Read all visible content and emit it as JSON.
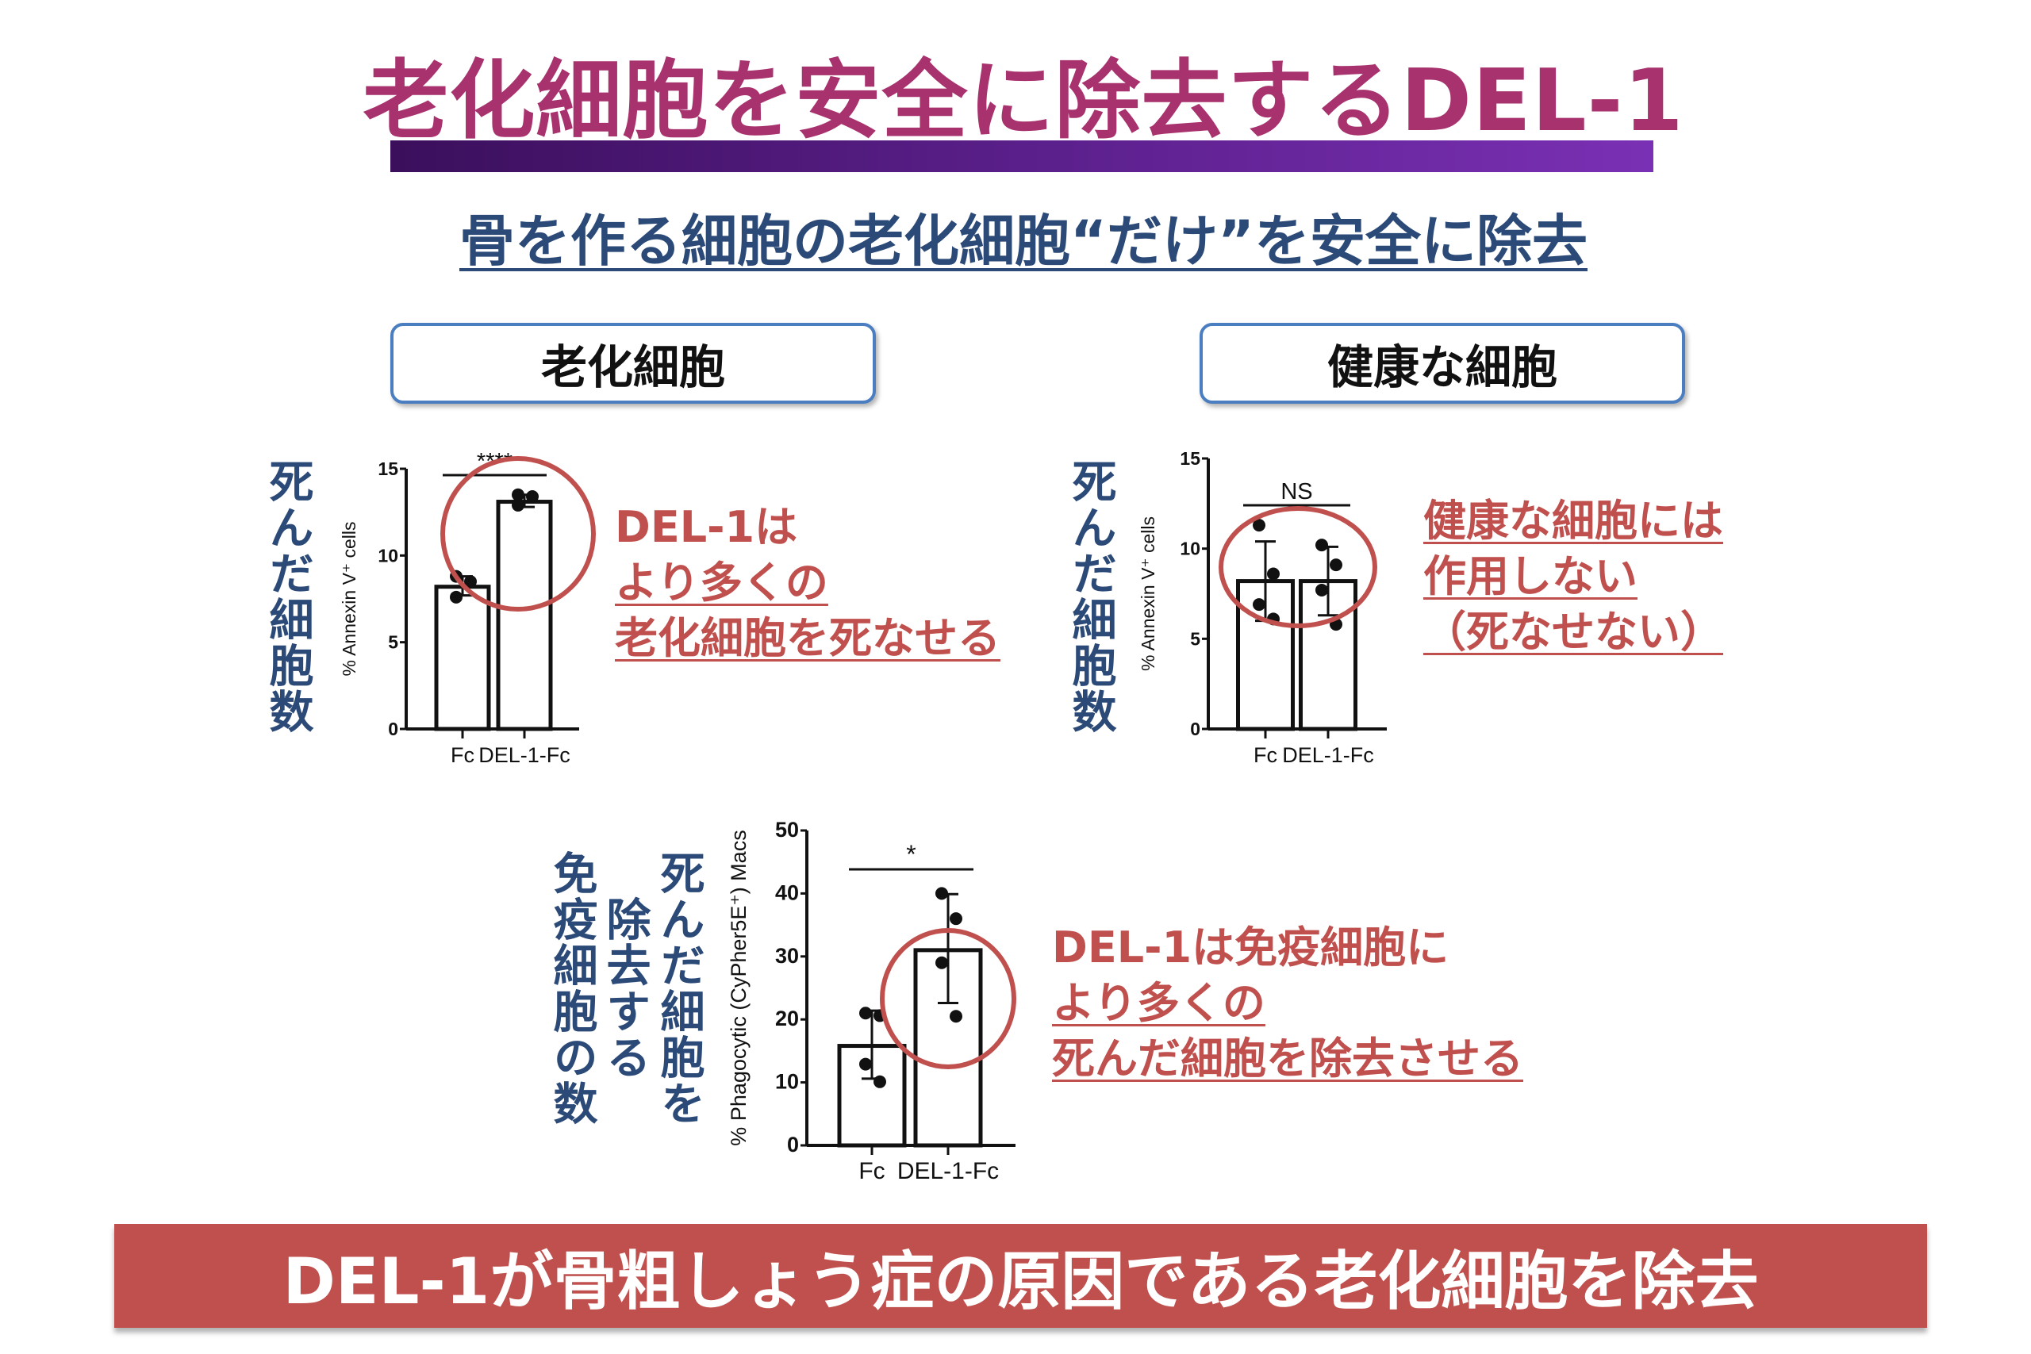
{
  "title": "老化細胞を安全に除去するDEL-1",
  "subtitle": "骨を作る細胞の老化細胞“だけ”を安全に除去",
  "panels": {
    "senescent_label": "老化細胞",
    "healthy_label": "健康な細胞"
  },
  "axis_side_labels": {
    "dead_cells_1": "死んだ細胞数",
    "dead_cells_2": "死んだ細胞数",
    "immune_col1": "免疫細胞の数",
    "immune_col2": "除去する",
    "immune_col3": "死んだ細胞を"
  },
  "notes": {
    "senescent": [
      "DEL-1は",
      "より多くの",
      "老化細胞を死なせる"
    ],
    "healthy": [
      "健康な細胞には",
      "作用しない",
      "（死なせない）"
    ],
    "immune": [
      "DEL-1は免疫細胞に",
      "より多くの",
      "死んだ細胞を除去させる"
    ]
  },
  "banner": "DEL-1が骨粗しょう症の原因である老化細胞を除去",
  "colors": {
    "title": "#a8326e",
    "navy": "#2b4a78",
    "red": "#c0504d",
    "pill_border": "#4a7ec0"
  },
  "chart_data": [
    {
      "type": "bar",
      "ylabel": "% Annexin V⁺ cells",
      "ylim": [
        0,
        15
      ],
      "yticks": [
        "0",
        "5",
        "10",
        "15"
      ],
      "categories": [
        "Fc",
        "DEL-1-Fc"
      ],
      "values": [
        8.2,
        13.1
      ],
      "error": [
        [
          7.7,
          8.8
        ],
        [
          12.8,
          13.5
        ]
      ],
      "points": [
        [
          8.8,
          8.5,
          7.6
        ],
        [
          13.5,
          13.4,
          12.9
        ]
      ],
      "significance": "****"
    },
    {
      "type": "bar",
      "ylabel": "% Annexin V⁺ cells",
      "ylim": [
        0,
        15
      ],
      "yticks": [
        "0",
        "5",
        "10",
        "15"
      ],
      "categories": [
        "Fc",
        "DEL-1-Fc"
      ],
      "values": [
        8.2,
        8.2
      ],
      "error": [
        [
          6.0,
          10.4
        ],
        [
          6.3,
          10.1
        ]
      ],
      "points": [
        [
          11.3,
          8.6,
          6.9,
          6.1
        ],
        [
          10.2,
          9.1,
          7.7,
          5.8
        ]
      ],
      "significance": "NS"
    },
    {
      "type": "bar",
      "ylabel": "% Phagocytic (CyPher5E⁺) Macs",
      "ylim": [
        0,
        50
      ],
      "yticks": [
        "0",
        "10",
        "20",
        "30",
        "40",
        "50"
      ],
      "categories": [
        "Fc",
        "DEL-1-Fc"
      ],
      "values": [
        15.8,
        31.0
      ],
      "error": [
        [
          10.6,
          21.4
        ],
        [
          22.6,
          39.9
        ]
      ],
      "points": [
        [
          21.0,
          20.6,
          12.9,
          10.1
        ],
        [
          40.0,
          36.0,
          29.0,
          20.5
        ]
      ],
      "significance": "*"
    }
  ]
}
